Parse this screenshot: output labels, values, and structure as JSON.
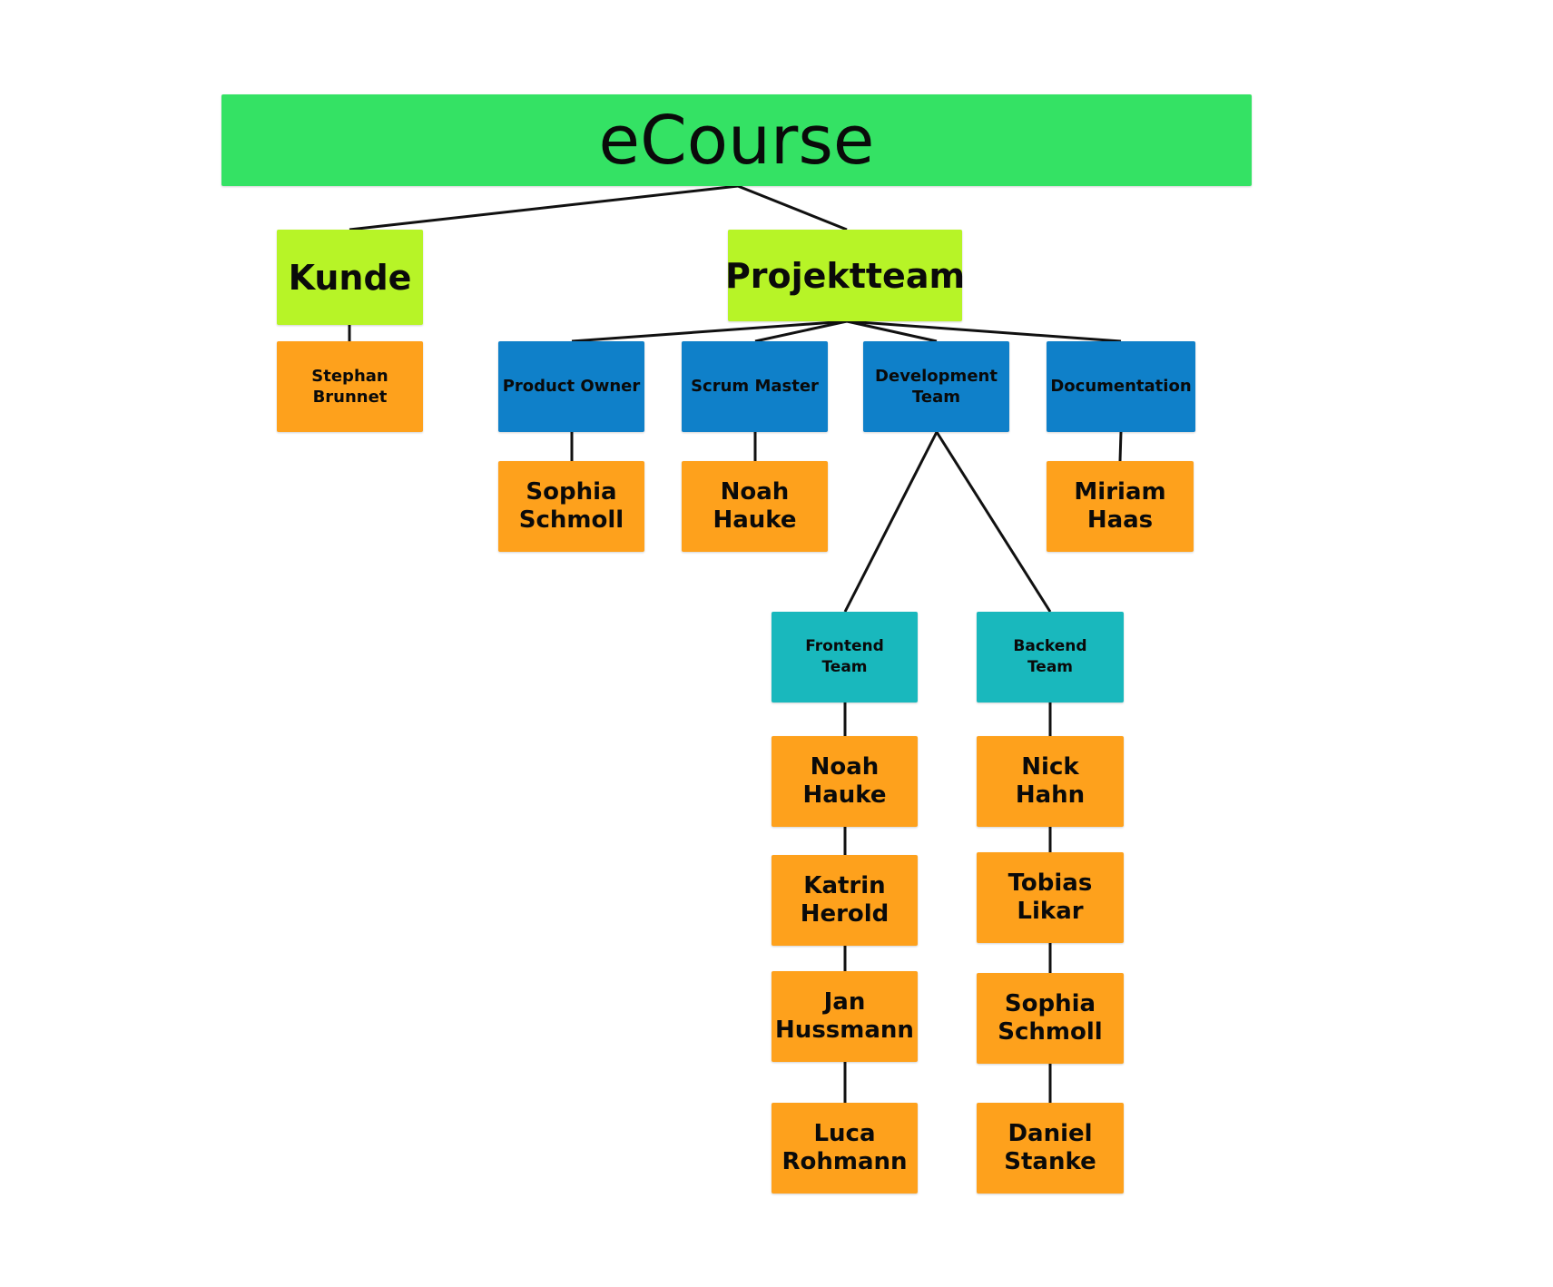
{
  "colors": {
    "root": "#34e264",
    "level1": "#b7f427",
    "role": "#0f80c9",
    "subteam": "#19b8bd",
    "person": "#fea11c",
    "connector": "#111111"
  },
  "root": {
    "label": "eCourse"
  },
  "kunde": {
    "label": "Kunde",
    "members": [
      "Stephan\nBrunnet"
    ]
  },
  "projektteam": {
    "label": "Projektteam",
    "roles": [
      {
        "label": "Product Owner",
        "members": [
          "Sophia\nSchmoll"
        ]
      },
      {
        "label": "Scrum Master",
        "members": [
          "Noah\nHauke"
        ]
      },
      {
        "label": "Development\nTeam",
        "subteams": [
          {
            "label": "Frontend\nTeam",
            "members": [
              "Noah\nHauke",
              "Katrin\nHerold",
              "Jan\nHussmann",
              "Luca\nRohmann"
            ]
          },
          {
            "label": "Backend\nTeam",
            "members": [
              "Nick\nHahn",
              "Tobias\nLikar",
              "Sophia\nSchmoll",
              "Daniel\nStanke"
            ]
          }
        ]
      },
      {
        "label": "Documentation",
        "members": [
          "Miriam\nHaas"
        ]
      }
    ]
  }
}
